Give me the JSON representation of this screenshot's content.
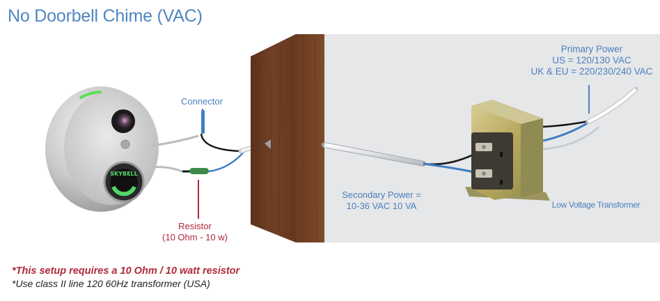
{
  "title": "No Doorbell Chime (VAC)",
  "labels": {
    "primary_power": {
      "heading": "Primary Power",
      "us": "US = 120/130 VAC",
      "uk_eu": "UK & EU = 220/230/240 VAC"
    },
    "connector": "Connector",
    "resistor": {
      "name": "Resistor",
      "spec": "(10 Ohm - 10 w)"
    },
    "secondary_power": {
      "line1": "Secondary Power =",
      "line2": "10-36 VAC 10 VA"
    },
    "transformer": "Low Voltage Transformer"
  },
  "device": {
    "brand": "SKYBELL"
  },
  "notes": [
    "*This setup requires a 10 Ohm / 10 watt resistor",
    "*Use class II line 120 60Hz transformer (USA)"
  ],
  "colors": {
    "title": "#4f86c0",
    "label_blue": "#4a7fbd",
    "label_red": "#b02a3a",
    "panel": "#e6e7e9",
    "wood": "#6e3f22",
    "wire_blue": "#3c7cc4",
    "wire_black": "#151515",
    "wire_gray": "#b9bcc0",
    "resistor": "#3f8a4a",
    "led_green": "#5be05a"
  }
}
